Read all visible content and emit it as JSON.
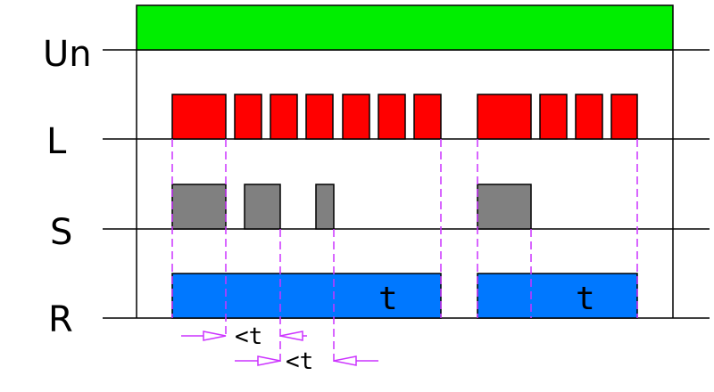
{
  "rows": [
    {
      "id": "un",
      "label": "Un"
    },
    {
      "id": "l",
      "label": "L"
    },
    {
      "id": "s",
      "label": "S"
    },
    {
      "id": "r",
      "label": "R"
    }
  ],
  "bars": {
    "r_label_1": "t",
    "r_label_2": "t"
  },
  "annotations": {
    "lt_1": "<t",
    "lt_2": "<t"
  },
  "colors": {
    "un": "#00ee00",
    "l": "#ff0000",
    "s": "#808080",
    "r": "#0078ff",
    "dash": "#cc33ff",
    "axis": "#000000"
  }
}
